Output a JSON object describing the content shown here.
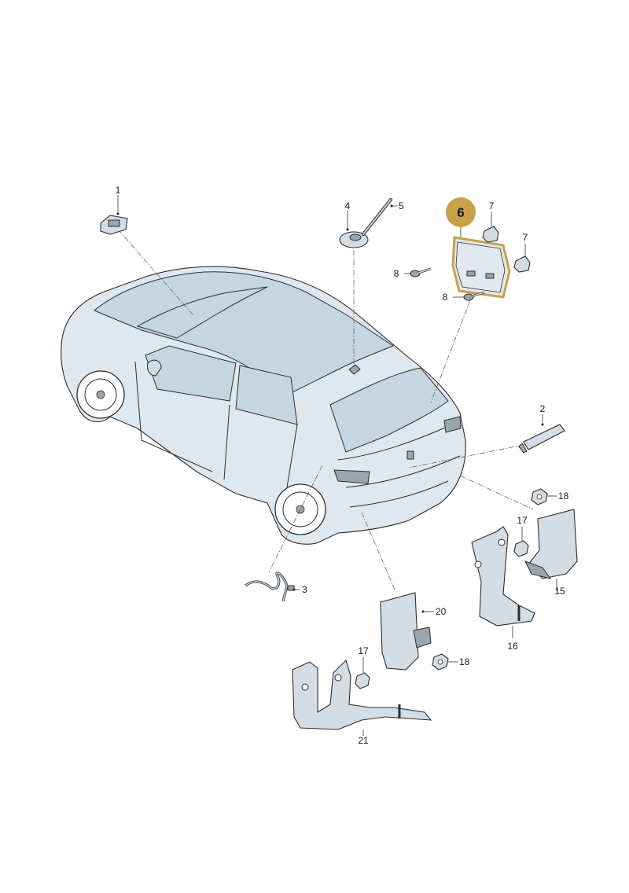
{
  "diagram": {
    "highlight_color": "#c9a14a",
    "callouts": {
      "c1": "1",
      "c2": "2",
      "c3": "3",
      "c4": "4",
      "c5": "5",
      "c6": "6",
      "c7a": "7",
      "c7b": "7",
      "c8a": "8",
      "c8b": "8",
      "c15": "15",
      "c16": "16",
      "c17a": "17",
      "c17b": "17",
      "c18a": "18",
      "c18b": "18",
      "c20": "20",
      "c21": "21"
    }
  }
}
